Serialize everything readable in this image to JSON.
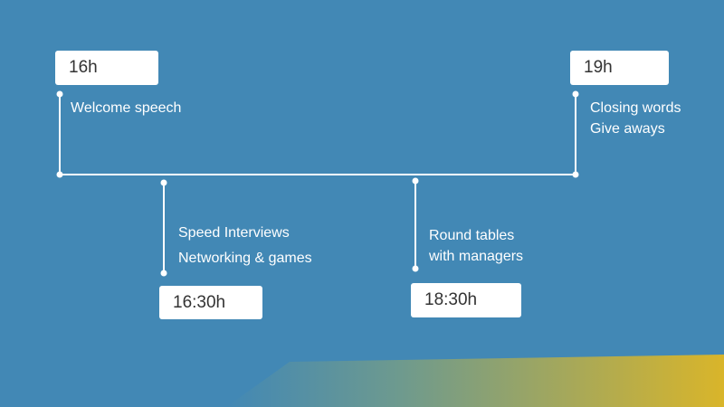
{
  "colors": {
    "background": "#4288b5",
    "line": "#ffffff",
    "box": "#ffffff",
    "box_text": "#333333",
    "label_text": "#ffffff",
    "accent_yellow": "#d9b52a"
  },
  "timeline": {
    "events": [
      {
        "time": "16h",
        "lines": [
          "Welcome speech"
        ]
      },
      {
        "time": "16:30h",
        "lines": [
          "Speed Interviews",
          "Networking & games"
        ]
      },
      {
        "time": "18:30h",
        "lines": [
          "Round tables",
          "with managers"
        ]
      },
      {
        "time": "19h",
        "lines": [
          "Closing words",
          "Give aways"
        ]
      }
    ]
  }
}
